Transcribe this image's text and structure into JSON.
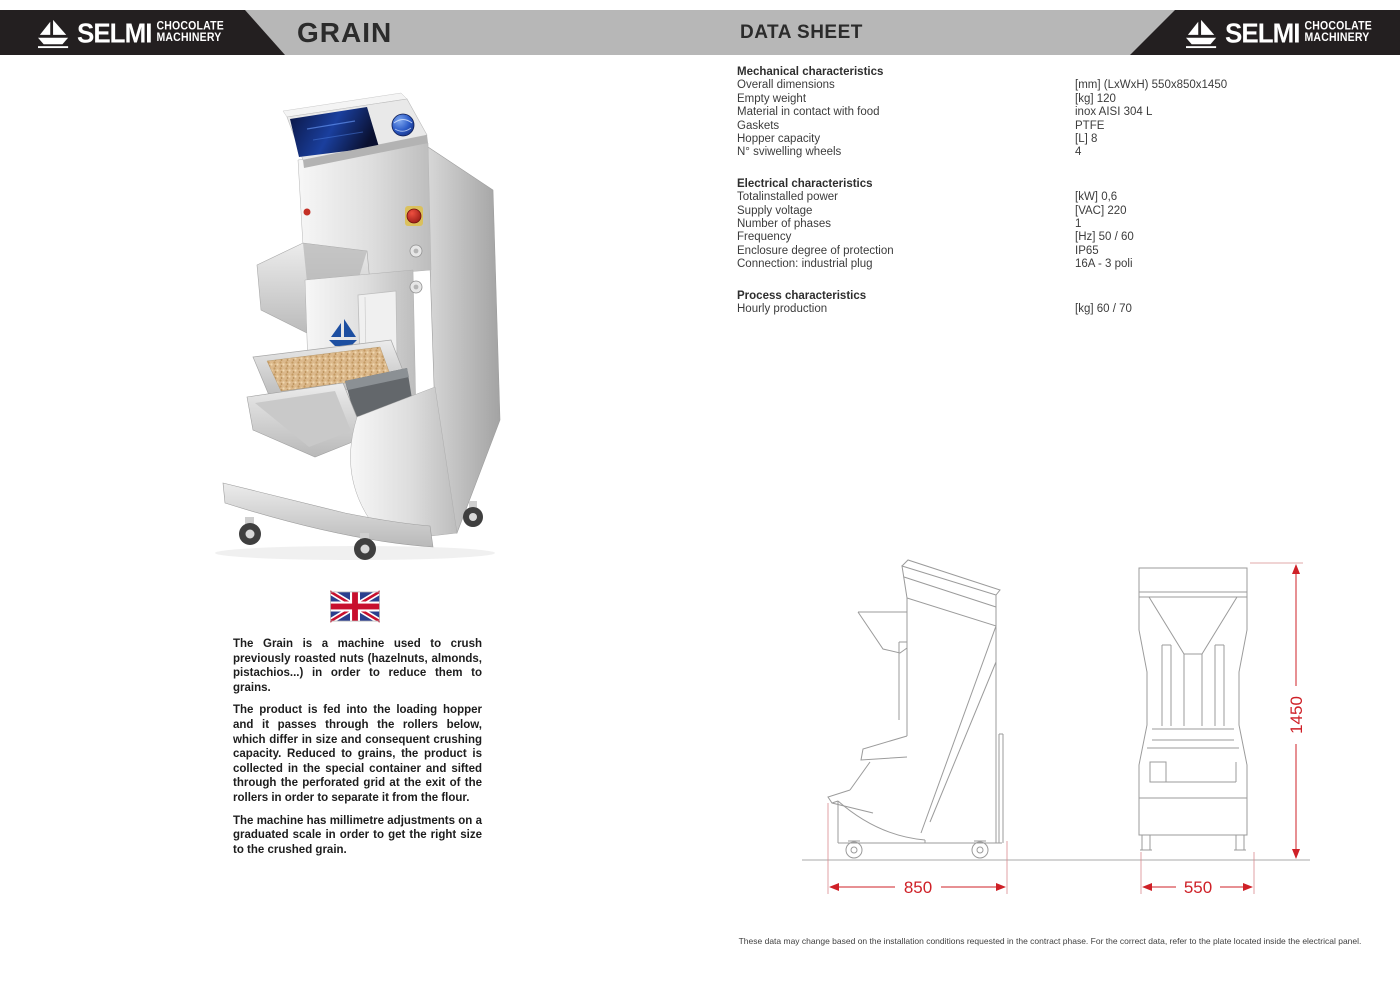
{
  "header": {
    "brand": {
      "name": "SELMI",
      "tagline_line1": "CHOCOLATE",
      "tagline_line2": "MACHINERY"
    },
    "product_title": "GRAIN",
    "sheet_title": "DATA SHEET"
  },
  "specs": {
    "sections": [
      {
        "title": "Mechanical characteristics",
        "rows": [
          {
            "label": "Overall dimensions",
            "value": "[mm] (LxWxH) 550x850x1450"
          },
          {
            "label": "Empty weight",
            "value": "[kg] 120"
          },
          {
            "label": "Material in contact with food",
            "value": "inox AISI 304 L"
          },
          {
            "label": "Gaskets",
            "value": "PTFE"
          },
          {
            "label": "Hopper capacity",
            "value": "[L] 8"
          },
          {
            "label": "N° sviwelling wheels",
            "value": "4"
          }
        ]
      },
      {
        "title": "Electrical characteristics",
        "rows": [
          {
            "label": "Totalinstalled power",
            "value": "[kW] 0,6"
          },
          {
            "label": "Supply voltage",
            "value": "[VAC] 220"
          },
          {
            "label": "Number of phases",
            "value": "1"
          },
          {
            "label": "Frequency",
            "value": "[Hz] 50 / 60"
          },
          {
            "label": "Enclosure degree of protection",
            "value": "IP65"
          },
          {
            "label": "Connection: industrial plug",
            "value": "16A - 3 poli"
          }
        ]
      },
      {
        "title": "Process characteristics",
        "rows": [
          {
            "label": "Hourly production",
            "value": "[kg] 60 / 70"
          }
        ]
      }
    ]
  },
  "description": {
    "language_flag": "uk-flag",
    "paragraphs": [
      "The Grain is a machine used to crush previously roasted nuts (hazelnuts, almonds, pistachios...) in order to reduce them to grains.",
      "The product is fed into the loading hopper and it passes through the rollers below, which differ in size and consequent crushing capacity. Reduced to grains, the product is collected in the special container and sifted through the perforated grid at the exit of the rollers in order to separate it from the flour.",
      "The machine has millimetre adjustments on a graduated scale in order to get the right size to the crushed grain."
    ]
  },
  "product_photo": {
    "logo_text": "SELMI"
  },
  "drawings": {
    "side_width": "850",
    "front_width": "550",
    "height": "1450"
  },
  "footer": {
    "note": "These data may change based on the installation conditions requested in the contract phase. For the correct data, refer to the plate located inside the electrical panel."
  },
  "colors": {
    "band_black": "#231f20",
    "band_gray": "#b7b7b7",
    "dimension_red": "#cf2027",
    "selmi_blue": "#1d4fa1",
    "flag_navy": "#2b3f8e",
    "flag_red": "#c8102e"
  }
}
